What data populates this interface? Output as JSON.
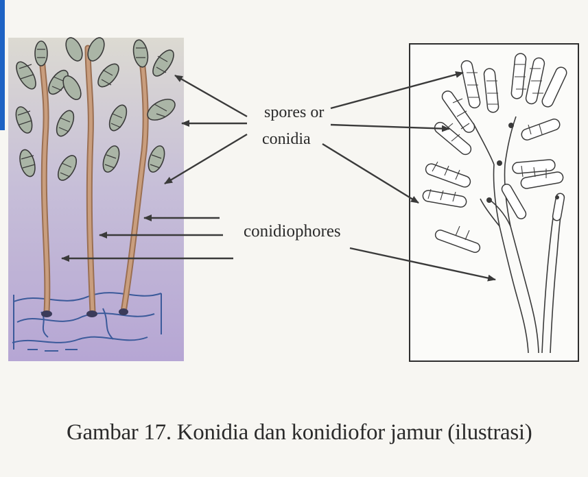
{
  "labels": {
    "spores": "spores or",
    "conidia": "conidia",
    "conidiophores": "conidiophores"
  },
  "caption": "Gambar 17. Konidia dan konidiofor jamur (ilustrasi)",
  "colors": {
    "ink": "#3a3a3a",
    "left_panel_top": "#d8d6cc",
    "left_panel_bottom": "#b9a8d6",
    "stalk": "#b58a6a",
    "spore_fill": "#a9b4a6",
    "blue_strip": "#1e63c4"
  }
}
